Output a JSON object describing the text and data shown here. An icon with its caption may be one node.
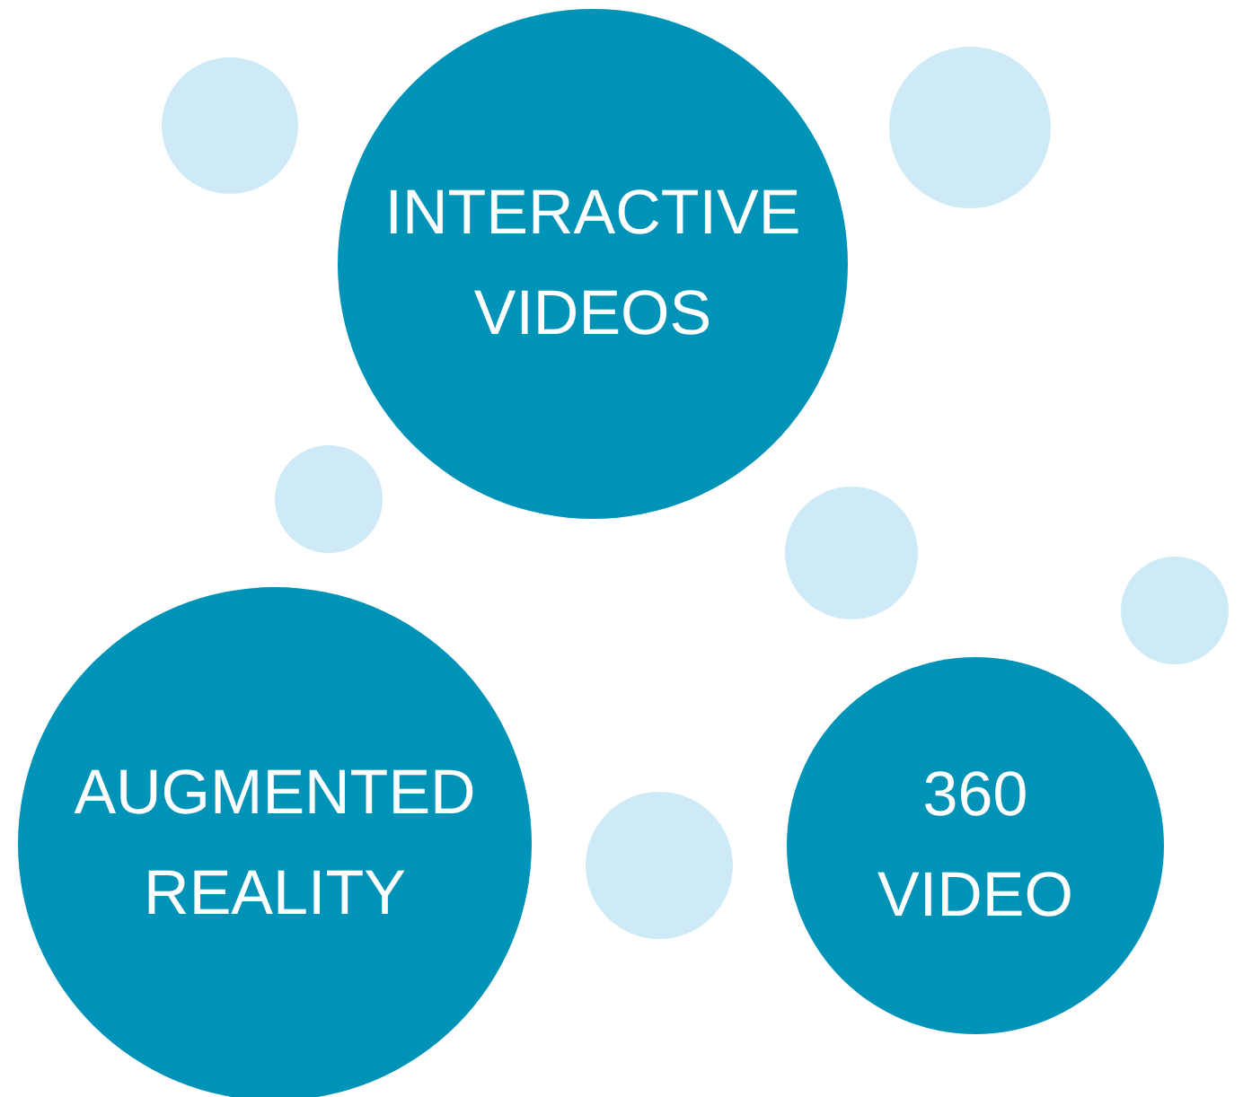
{
  "diagram": {
    "nodes": [
      {
        "text": [],
        "shape": "circle"
      },
      {
        "text": [],
        "shape": "circle"
      },
      {
        "text": [
          "INTERACTIVE VIDEOS"
        ]
      },
      {
        "text": [],
        "shape": "circle"
      },
      {
        "text": [],
        "shape": "circle"
      },
      {
        "text": [],
        "shape": "circle"
      },
      {
        "text": [
          "AUGMENTED REALITY"
        ]
      },
      {
        "text": [
          "360 VIDEO"
        ]
      },
      {
        "text": [],
        "shape": "circle"
      }
    ]
  }
}
